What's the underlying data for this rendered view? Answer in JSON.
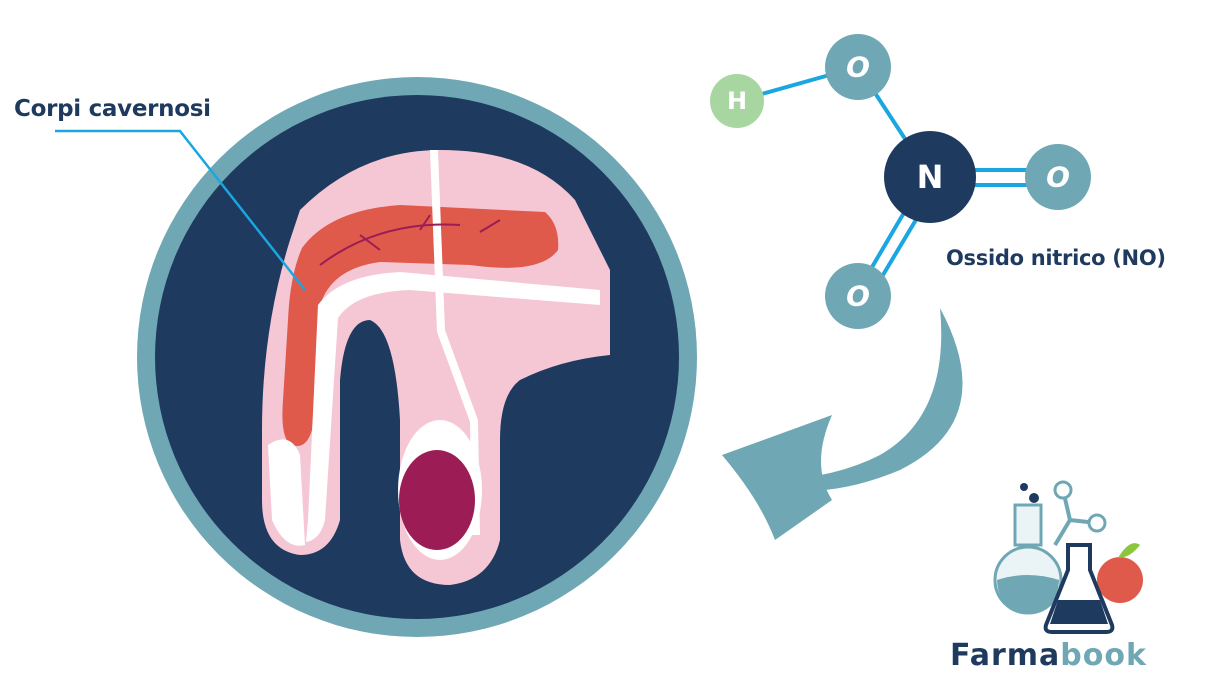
{
  "labels": {
    "corpi_cavernosi": "Corpi cavernosi",
    "ossido_nitrico": "Ossido nitrico (NO)"
  },
  "molecule": {
    "atoms": [
      {
        "id": "h",
        "symbol": "H",
        "color": "#a7d6a0"
      },
      {
        "id": "o1",
        "symbol": "O",
        "color": "#6fa8b4"
      },
      {
        "id": "n",
        "symbol": "N",
        "color": "#1e3a5f"
      },
      {
        "id": "o2",
        "symbol": "O",
        "color": "#6fa8b4"
      },
      {
        "id": "o3",
        "symbol": "O",
        "color": "#6fa8b4"
      }
    ],
    "bond_color": "#1aa6e0"
  },
  "brand": {
    "part1": "Farma",
    "part2": "book"
  },
  "colors": {
    "teal": "#6fa8b4",
    "navy": "#1e3a5f",
    "pink": "#f5c6d4",
    "red": "#e05a4c",
    "magenta": "#9c1c55"
  }
}
